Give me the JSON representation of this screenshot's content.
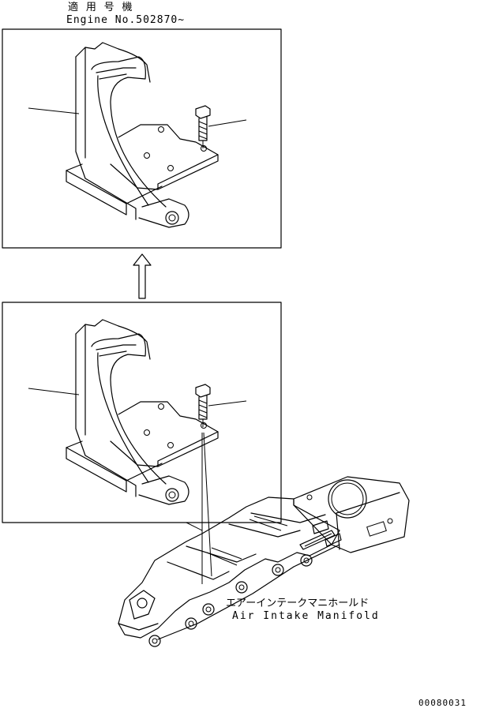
{
  "header": {
    "applicable_label": "適 用 号 機",
    "engine_number": "Engine No.502870~"
  },
  "manifold_label": {
    "japanese": "エアーインテークマニホールド",
    "english": "Air Intake Manifold"
  },
  "drawing_code": "00080031",
  "colors": {
    "line": "#000000",
    "background": "#ffffff"
  },
  "icons": {
    "change_arrow": "up-arrow-icon"
  }
}
